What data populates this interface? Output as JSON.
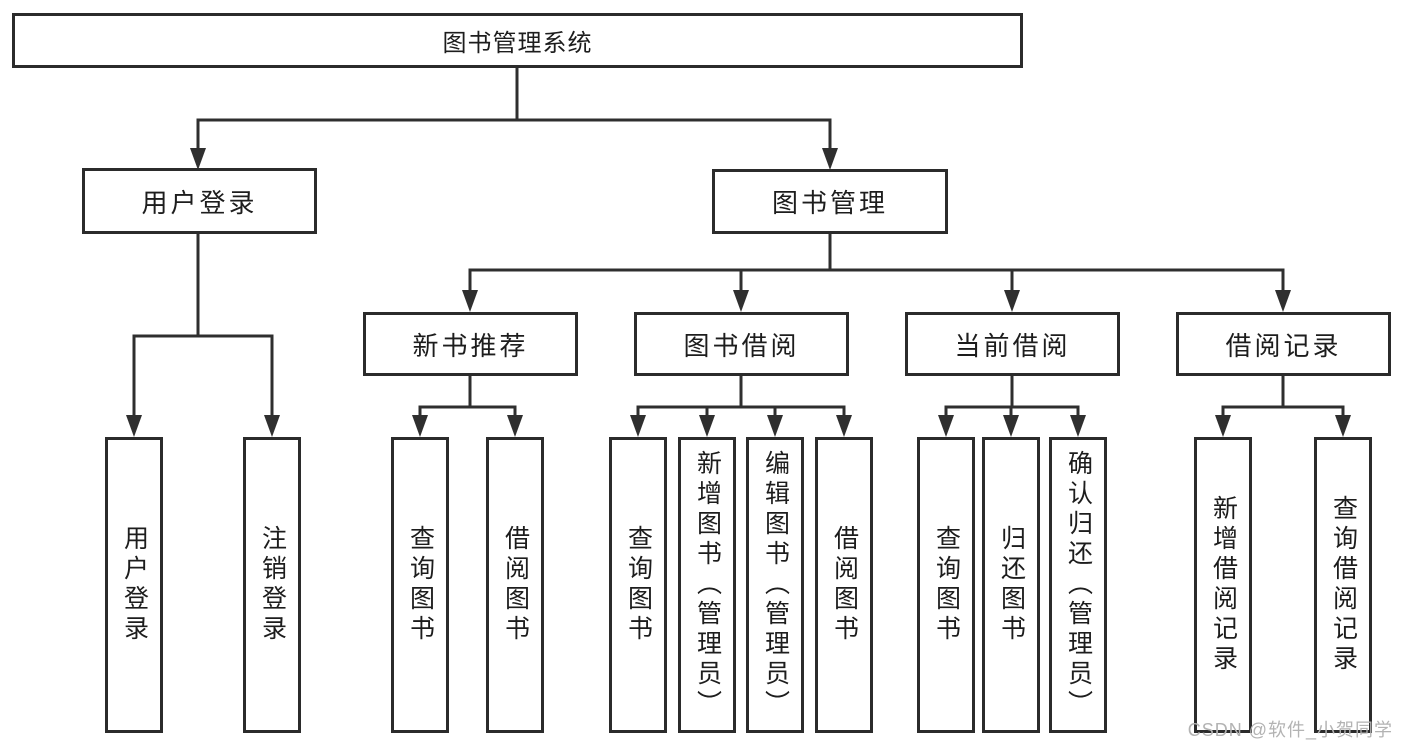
{
  "title": "图书管理系统",
  "watermark": "CSDN @软件_小贺同学",
  "colors": {
    "line": "#2f2f2f",
    "box_border": "#2b2b2b",
    "text": "#1d1d1d",
    "background": "#ffffff",
    "watermark": "#b3b3b3"
  },
  "branches": [
    {
      "label": "用户登录",
      "children": [
        {
          "label": "用户登录"
        },
        {
          "label": "注销登录"
        }
      ]
    },
    {
      "label": "图书管理",
      "children": [
        {
          "label": "新书推荐",
          "children": [
            {
              "label": "查询图书"
            },
            {
              "label": "借阅图书"
            }
          ]
        },
        {
          "label": "图书借阅",
          "children": [
            {
              "label": "查询图书"
            },
            {
              "label": "新增图书（管理员）"
            },
            {
              "label": "编辑图书（管理员）"
            },
            {
              "label": "借阅图书"
            }
          ]
        },
        {
          "label": "当前借阅",
          "children": [
            {
              "label": "查询图书"
            },
            {
              "label": "归还图书"
            },
            {
              "label": "确认归还（管理员）"
            }
          ]
        },
        {
          "label": "借阅记录",
          "children": [
            {
              "label": "新增借阅记录"
            },
            {
              "label": "查询借阅记录"
            }
          ]
        }
      ]
    }
  ]
}
